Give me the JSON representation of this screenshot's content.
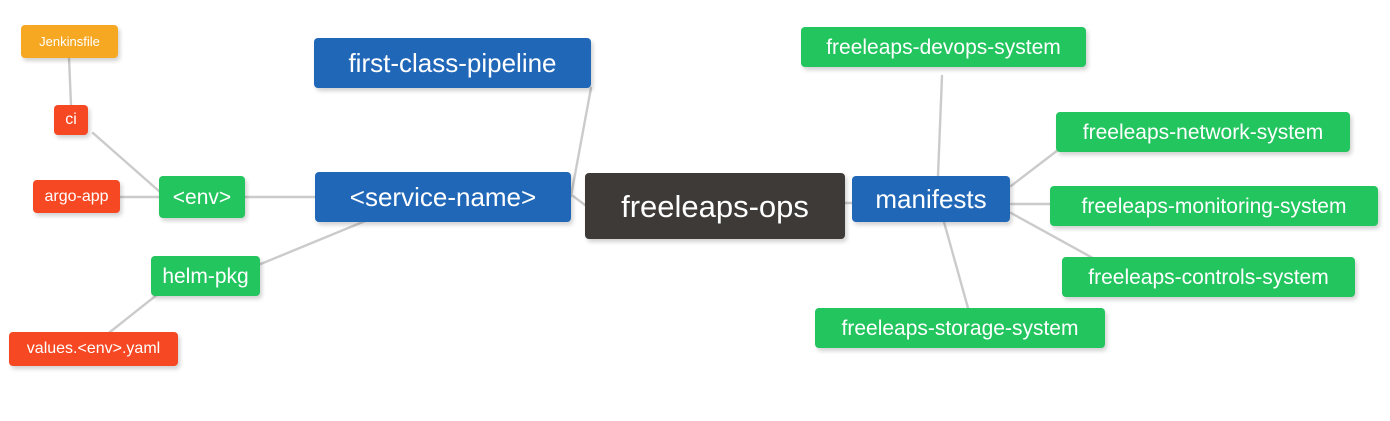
{
  "diagram": {
    "type": "mindmap",
    "title": "freeleaps-ops",
    "background": "#ffffff",
    "edge_color": "#cccccc",
    "palette": {
      "root": "#3d3a38",
      "blue": "#2167b8",
      "green": "#22c55e",
      "red": "#f64822",
      "orange": "#f7a823"
    }
  },
  "nodes": {
    "root": {
      "label": "freeleaps-ops"
    },
    "service_name": {
      "label": "<service-name>"
    },
    "first_class_pipeline": {
      "label": "first-class-pipeline"
    },
    "env": {
      "label": "<env>"
    },
    "ci": {
      "label": "ci"
    },
    "jenkinsfile": {
      "label": "Jenkinsfile"
    },
    "argo_app": {
      "label": "argo-app"
    },
    "helm_pkg": {
      "label": "helm-pkg"
    },
    "values_yaml": {
      "label": "values.<env>.yaml"
    },
    "manifests": {
      "label": "manifests"
    },
    "devops_system": {
      "label": "freeleaps-devops-system"
    },
    "network_system": {
      "label": "freeleaps-network-system"
    },
    "monitoring_system": {
      "label": "freeleaps-monitoring-system"
    },
    "controls_system": {
      "label": "freeleaps-controls-system"
    },
    "storage_system": {
      "label": "freeleaps-storage-system"
    }
  }
}
